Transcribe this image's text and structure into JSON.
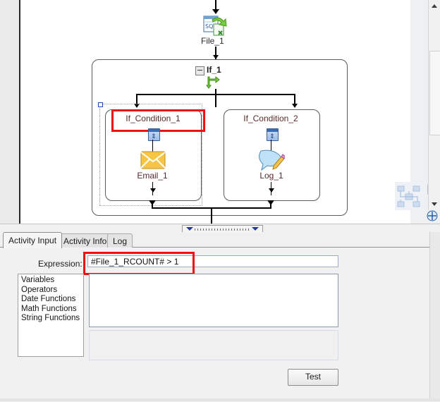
{
  "designer": {
    "nodes": [
      {
        "id": "file1",
        "label": "File_1",
        "icon": "sql-file-export-icon"
      },
      {
        "id": "if1",
        "label": "If_1",
        "icon": "branch-arrow-icon",
        "collapse": "collapse-minus-box"
      },
      {
        "id": "cond1",
        "label": "If_Condition_1",
        "icon": "condition-icon",
        "highlighted": true,
        "selected": true
      },
      {
        "id": "cond2",
        "label": "If_Condition_2",
        "icon": "condition-icon",
        "highlighted": false,
        "selected": false
      },
      {
        "id": "email1",
        "label": "Email_1",
        "icon": "envelope-icon"
      },
      {
        "id": "log1",
        "label": "Log_1",
        "icon": "log-note-pencil-icon"
      }
    ],
    "highlight_color": "#ee1111",
    "selection_color": "#1a4bb0",
    "canvas_bg": "#ffffff"
  },
  "toolbar": {
    "align_icon": "auto-layout-icon",
    "mini_tools": [
      "undo-redo-icon",
      "zoom-fit-icon",
      "pan-move-icon"
    ]
  },
  "scrollbars": {
    "vertical_up": "scroll-up-arrow",
    "vertical_down": "scroll-down-arrow",
    "splitter_up": "splitter-collapse-up",
    "splitter_down": "splitter-collapse-down"
  },
  "bottom_panel": {
    "tabs": [
      {
        "label": "Activity Input",
        "active": true
      },
      {
        "label": "Activity Info",
        "active": false
      },
      {
        "label": "Log",
        "active": false
      }
    ],
    "expression": {
      "label": "Expression:",
      "value": "#File_1_RCOUNT# > 1",
      "placeholder": "",
      "highlight_color": "#ee1111"
    },
    "categories": [
      "Variables",
      "Operators",
      "Date Functions",
      "Math Functions",
      "String Functions"
    ],
    "function_list": [],
    "description": "",
    "test_button": "Test"
  }
}
